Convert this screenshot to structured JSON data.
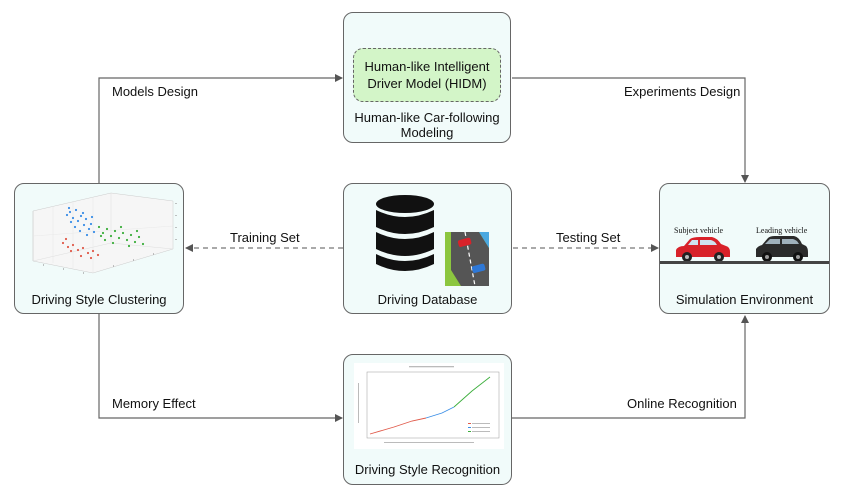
{
  "boxes": {
    "modeling": {
      "inner_line1": "Human-like Intelligent",
      "inner_line2": "Driver Model (HIDM)",
      "caption_line1": "Human-like Car-following",
      "caption_line2": "Modeling"
    },
    "clustering": {
      "caption": "Driving Style Clustering"
    },
    "database": {
      "caption": "Driving Database"
    },
    "simulation": {
      "caption": "Simulation Environment",
      "subject_label": "Subject vehicle",
      "leading_label": "Leading vehicle"
    },
    "recognition": {
      "caption": "Driving Style Recognition"
    }
  },
  "edges": {
    "models_design": "Models Design",
    "experiments_design": "Experiments Design",
    "training_set": "Training Set",
    "testing_set": "Testing Set",
    "memory_effect": "Memory Effect",
    "online_recognition": "Online Recognition"
  },
  "colors": {
    "box_fill": "#f1fbfa",
    "hidm_fill": "#d3f5c8",
    "subject_car": "#d8222a",
    "leading_car": "#2b2b2b",
    "cluster_blue": "#3a8ee6",
    "cluster_green": "#3cae3c",
    "cluster_red": "#e05a4a"
  },
  "icons": [
    "database-icon",
    "road-icon",
    "scatter-thumbnail",
    "line-chart-thumbnail",
    "car-icon"
  ]
}
